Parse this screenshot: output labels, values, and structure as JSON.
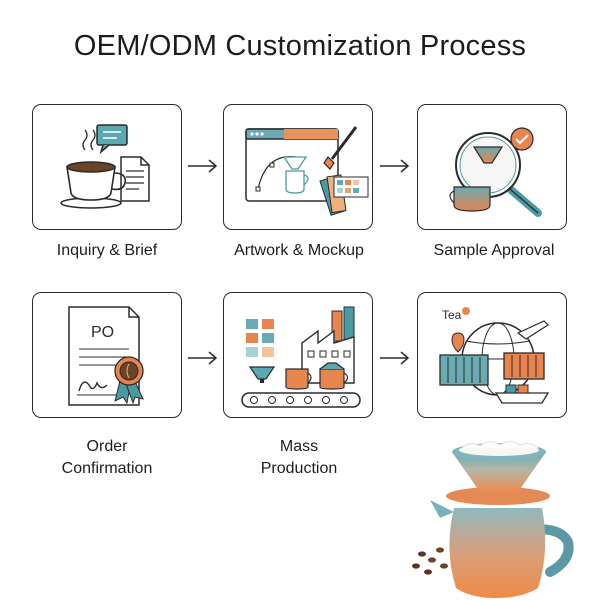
{
  "title": "OEM/ODM Customization Process",
  "steps": [
    {
      "label": "Inquiry & Brief",
      "icon": "coffee-cup-document-chat-icon"
    },
    {
      "label": "Artwork & Mockup",
      "icon": "design-browser-brush-swatch-icon"
    },
    {
      "label": "Sample Approval",
      "icon": "magnifier-check-sample-icon"
    },
    {
      "label_line1": "Order",
      "label_line2": "Confirmation",
      "icon": "po-document-seal-icon",
      "po_text": "PO"
    },
    {
      "label_line1": "Mass",
      "label_line2": "Production",
      "icon": "factory-conveyor-icon"
    },
    {
      "label": "",
      "icon": "global-shipping-icon",
      "tag_text": "Tea"
    }
  ],
  "colors": {
    "teal": "#4a9aa3",
    "orange": "#e8844d",
    "border": "#2b2b2b"
  }
}
